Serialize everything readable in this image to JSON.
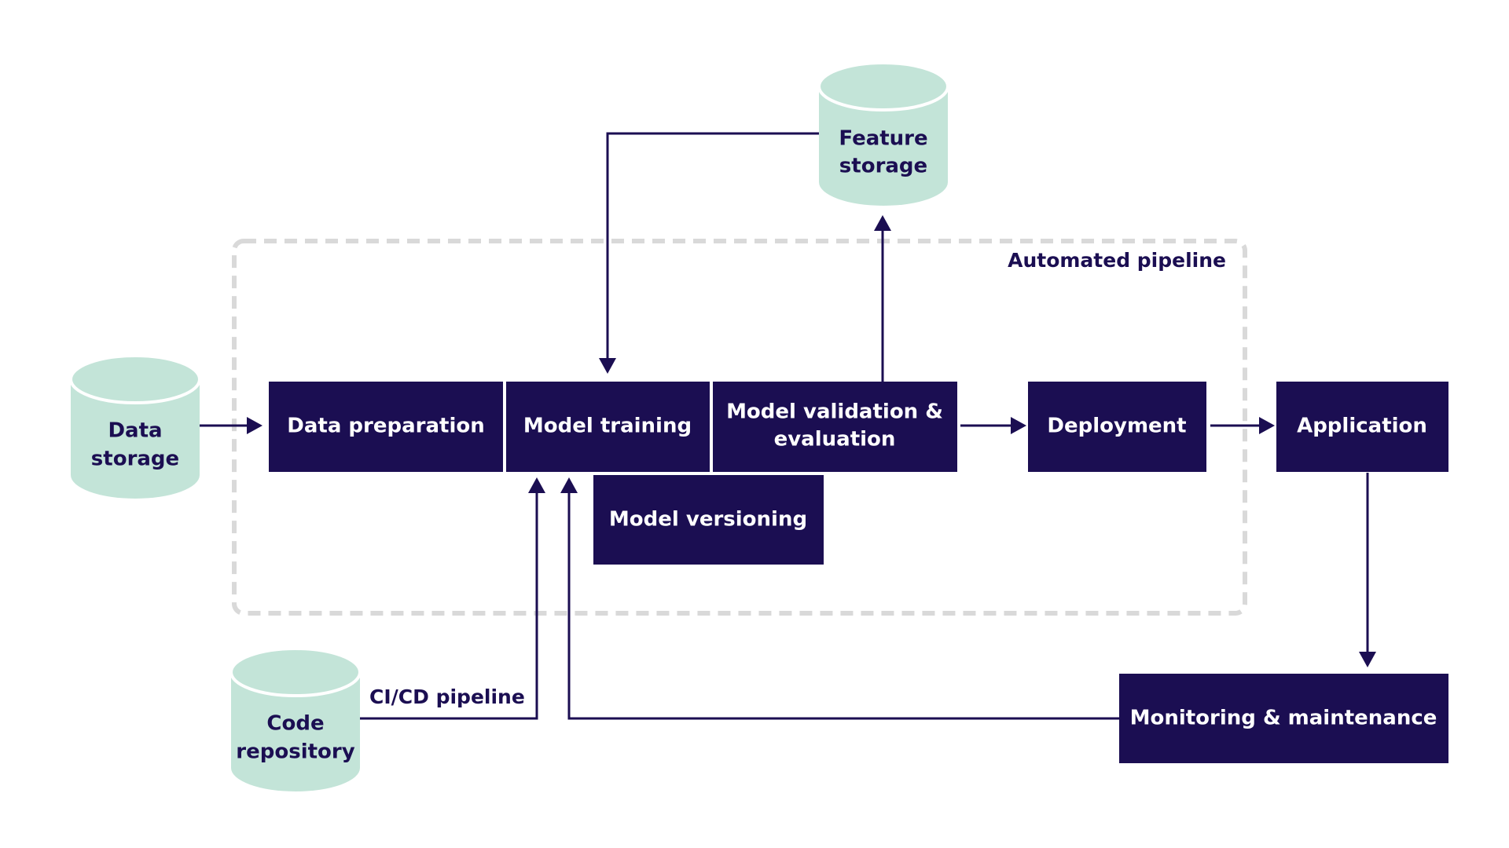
{
  "colors": {
    "box": "#1b0e52",
    "box_text": "#ffffff",
    "storage": "#c3e4d8",
    "storage_text": "#1b0e52",
    "arrow": "#1b0e52",
    "pipeline_border": "#d9d9d9"
  },
  "pipeline": {
    "label": "Automated pipeline"
  },
  "stores": {
    "data_storage": {
      "line1": "Data",
      "line2": "storage"
    },
    "feature_storage": {
      "line1": "Feature",
      "line2": "storage"
    },
    "code_repository": {
      "line1": "Code",
      "line2": "repository"
    }
  },
  "steps": {
    "data_preparation": "Data preparation",
    "model_training": "Model training",
    "model_validation": {
      "line1": "Model validation &",
      "line2": "evaluation"
    },
    "model_versioning": "Model versioning",
    "deployment": "Deployment",
    "application": "Application",
    "monitoring": "Monitoring & maintenance"
  },
  "connections": {
    "ci_cd_label": "CI/CD pipeline"
  }
}
